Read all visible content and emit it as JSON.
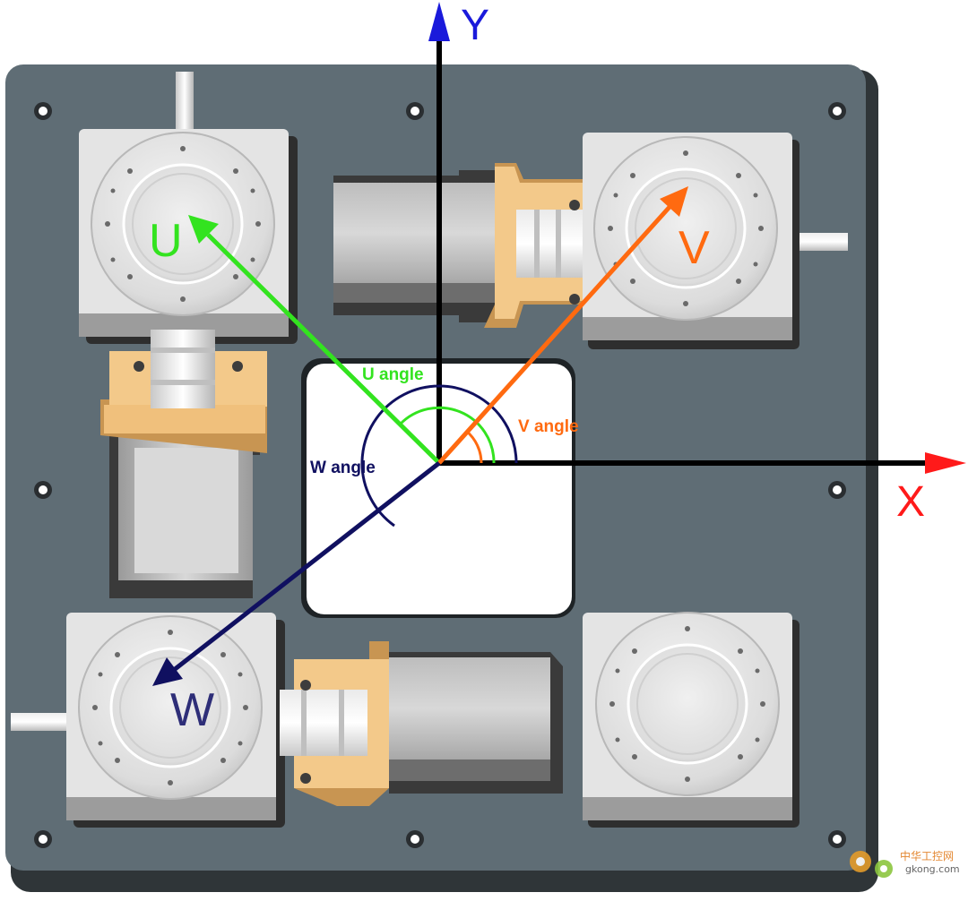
{
  "axes": {
    "x_label": "X",
    "y_label": "Y",
    "x_color": "#ff1a1a",
    "y_color": "#1a1adb"
  },
  "vectors": {
    "u": {
      "label": "U",
      "angle_label": "U angle",
      "color": "#33e31f"
    },
    "v": {
      "label": "V",
      "angle_label": "V angle",
      "color": "#ff6a10"
    },
    "w": {
      "label": "W",
      "angle_label": "W angle",
      "color": "#101060",
      "label_color": "#2e2e78"
    }
  },
  "colors": {
    "plate": "#5f6d75",
    "plate_shadow": "#2f3538",
    "module": "#e6e6e6",
    "motor_body": "#d4d4d4",
    "coupling": "#f3c98a"
  },
  "watermark": {
    "brand": "中华工控网",
    "url": "gkong.com"
  }
}
